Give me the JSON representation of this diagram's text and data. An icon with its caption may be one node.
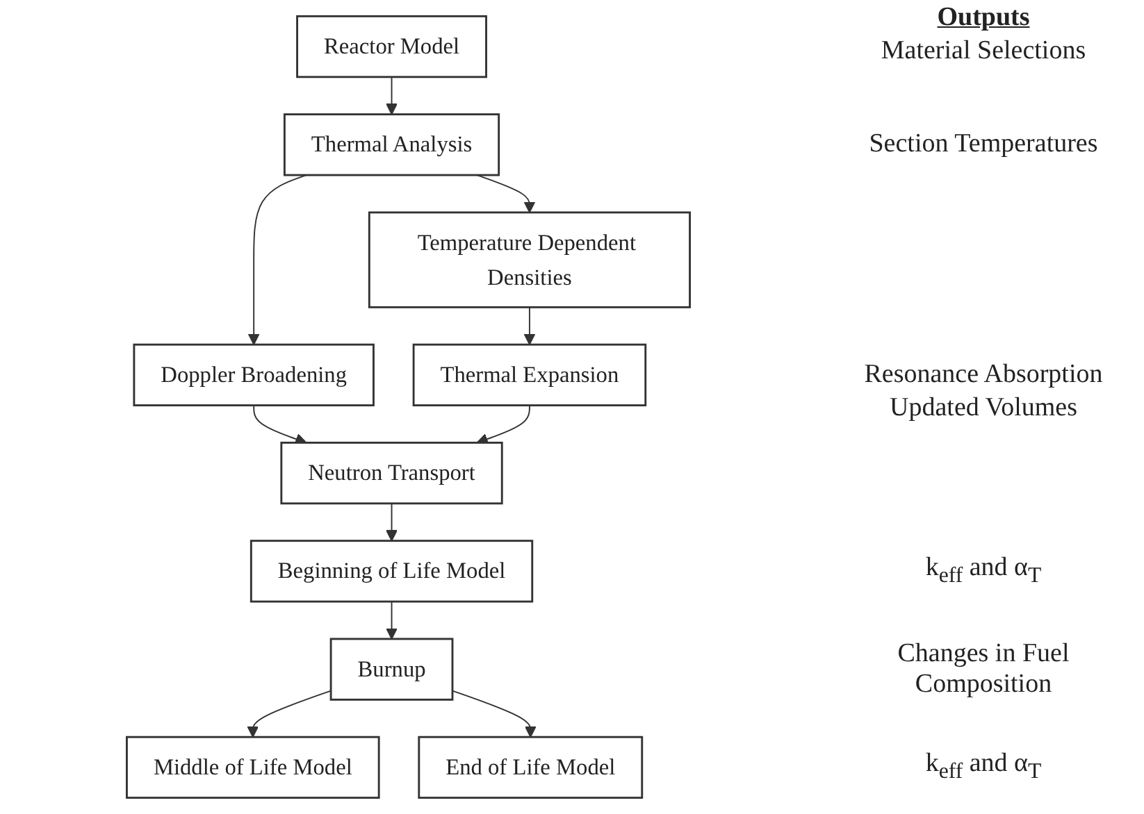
{
  "diagram": {
    "nodes": [
      {
        "text": [
          "Reactor Model"
        ]
      },
      {
        "text": [
          "Thermal Analysis"
        ]
      },
      {
        "text": [
          "Temperature Dependent Densities"
        ]
      },
      {
        "text": [
          "Doppler Broadening"
        ]
      },
      {
        "text": [
          "Thermal Expansion"
        ]
      },
      {
        "text": [
          "Neutron Transport"
        ]
      },
      {
        "text": [
          "Beginning of Life Model"
        ]
      },
      {
        "text": [
          "Burnup"
        ]
      },
      {
        "text": [
          "Middle of Life Model"
        ]
      },
      {
        "text": [
          "End of Life Model"
        ]
      }
    ],
    "edges": [
      {
        "from": 0,
        "to": 1,
        "arrow": "to"
      },
      {
        "from": 1,
        "to": 2,
        "arrow": "to"
      },
      {
        "from": 1,
        "to": 3,
        "arrow": "to"
      },
      {
        "from": 2,
        "to": 4,
        "arrow": "to"
      },
      {
        "from": 3,
        "to": 5,
        "arrow": "to"
      },
      {
        "from": 4,
        "to": 5,
        "arrow": "to"
      },
      {
        "from": 5,
        "to": 6,
        "arrow": "to"
      },
      {
        "from": 6,
        "to": 7,
        "arrow": "to"
      },
      {
        "from": 7,
        "to": 8,
        "arrow": "to"
      },
      {
        "from": 7,
        "to": 9,
        "arrow": "to"
      }
    ],
    "labels": [
      "Outputs",
      "Material Selections",
      "Section Temperatures",
      "Resonance Absorption",
      "Updated Volumes",
      "k$_{eff}$ and α$_{T}$",
      "Changes in Fuel Composition",
      "k$_{eff}$ and α$_{T}$"
    ]
  }
}
